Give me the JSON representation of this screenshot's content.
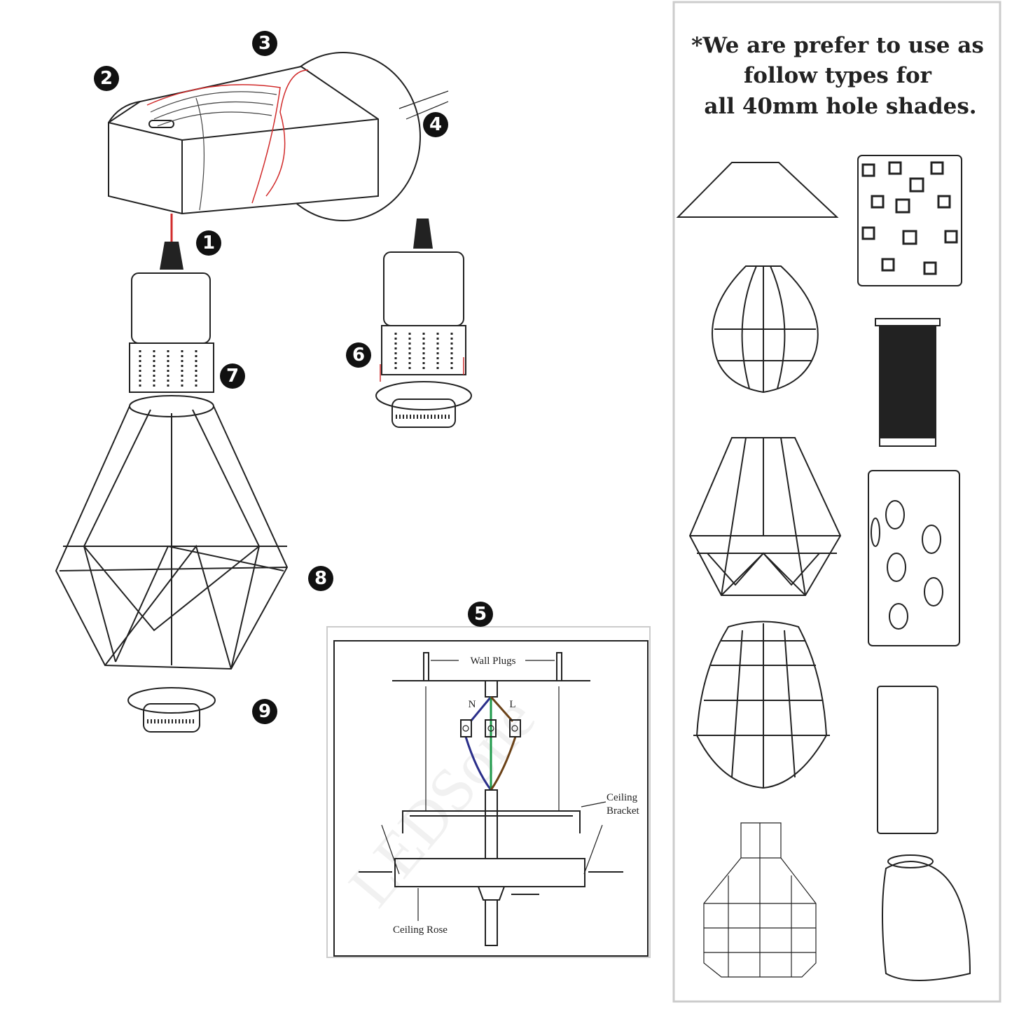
{
  "steps": [
    "1",
    "2",
    "3",
    "4",
    "5",
    "6",
    "7",
    "8",
    "9"
  ],
  "wiring_diagram": {
    "wall_plugs": "Wall Plugs",
    "neutral": "N",
    "live": "L",
    "ceiling_bracket_line1": "Ceiling",
    "ceiling_bracket_line2": "Bracket",
    "ceiling_rose": "Ceiling Rose",
    "wire_colors": {
      "neutral": "#2b2f8a",
      "earth": "#1e9a4a",
      "live": "#6b4218"
    },
    "watermark": "LEDSone"
  },
  "shades_panel": {
    "title_line1": "*We are prefer to use as",
    "title_line2": "follow types for",
    "title_line3": "all 40mm hole shades.",
    "shades": [
      "cone-shade",
      "square-cutout-cylinder",
      "pear-cage",
      "mesh-cylinder",
      "diamond-cage",
      "oval-cutout-cylinder",
      "bell-cage",
      "plain-cylinder",
      "tall-cage",
      "dome-glass"
    ]
  },
  "accent_color": "#d12b2b"
}
